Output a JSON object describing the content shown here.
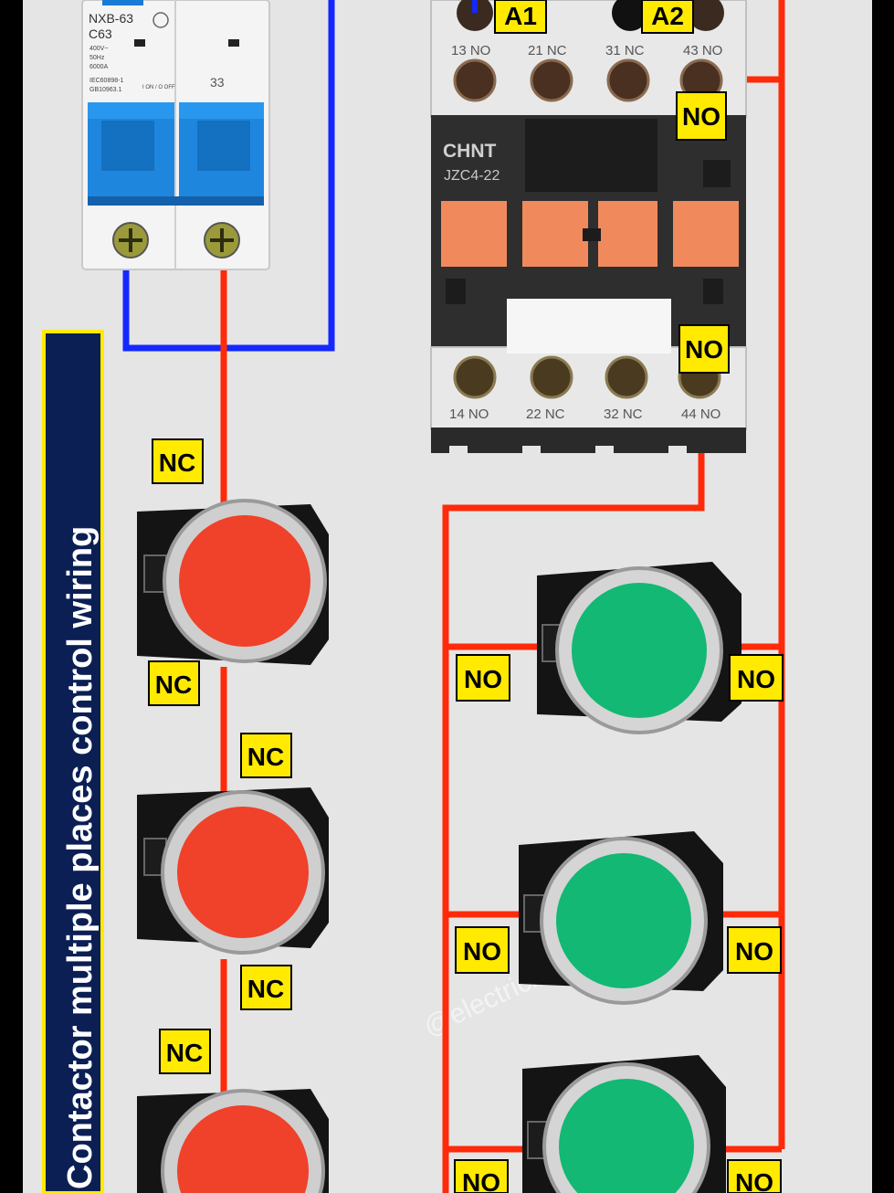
{
  "title": "Contactor multiple places control wiring",
  "colors": {
    "background": "#e5e5e5",
    "frame": "#000000",
    "wire_red": "#ff2a0a",
    "wire_blue": "#1428ff",
    "label_yellow": "#ffea00",
    "title_panel": "#0b1f55",
    "stop_button": "#f0412a",
    "start_button": "#12b874"
  },
  "breaker": {
    "model": "NXB-63",
    "rating": "C63",
    "spec_lines": [
      "400V~",
      "50Hz",
      "6000A",
      "IEC60898-1",
      "GB10963.1"
    ],
    "on_off": "I ON / O OFF",
    "pole_code": "33"
  },
  "contactor": {
    "brand": "CHNT",
    "model": "JZC4-22",
    "coil_terminals": [
      "A1",
      "A2"
    ],
    "top_terminals": [
      "13 NO",
      "21 NC",
      "31 NC",
      "43 NO"
    ],
    "bottom_terminals": [
      "14 NO",
      "22 NC",
      "32 NC",
      "44 NO"
    ]
  },
  "tags": {
    "no": "NO",
    "nc": "NC"
  },
  "watermark": "@electricianius"
}
